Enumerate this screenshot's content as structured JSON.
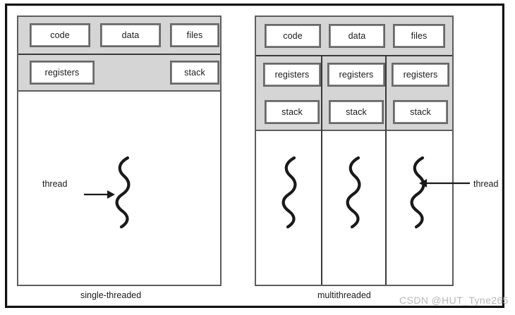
{
  "diagram": {
    "title": "single-threaded and multithreaded process models",
    "colors": {
      "panel_fill": "#d5d5d5",
      "panel_border": "#5d5d5d",
      "box_fill": "#ffffff",
      "box_border": "#676767",
      "frame_border": "#111111",
      "ink": "#1a1a1a",
      "watermark": "#b8b8b8"
    }
  },
  "single_threaded": {
    "caption": "single-threaded",
    "resources": [
      {
        "label": "code"
      },
      {
        "label": "data"
      },
      {
        "label": "files"
      }
    ],
    "thread_state": [
      {
        "label": "registers"
      },
      {
        "label": "stack"
      }
    ],
    "thread_annotation": {
      "label": "thread",
      "arrow_direction": "right"
    },
    "thread_count": 1
  },
  "multithreaded": {
    "caption": "multithreaded",
    "resources": [
      {
        "label": "code"
      },
      {
        "label": "data"
      },
      {
        "label": "files"
      }
    ],
    "threads": [
      {
        "registers_label": "registers",
        "stack_label": "stack"
      },
      {
        "registers_label": "registers",
        "stack_label": "stack"
      },
      {
        "registers_label": "registers",
        "stack_label": "stack"
      }
    ],
    "thread_annotation": {
      "label": "thread",
      "arrow_direction": "left"
    },
    "thread_count": 3
  },
  "watermark": {
    "text": "CSDN @HUT_Tyne265"
  }
}
